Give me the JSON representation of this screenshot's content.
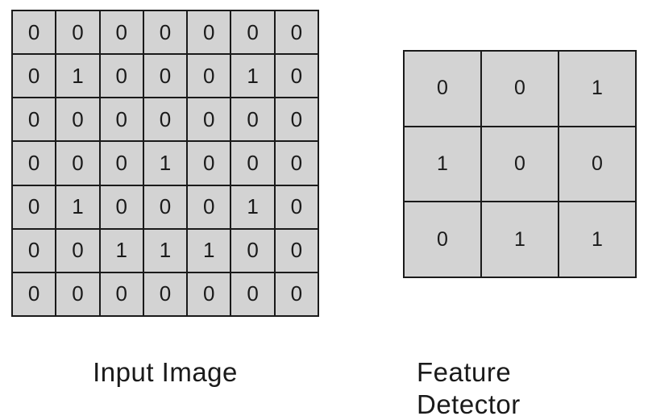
{
  "colors": {
    "background": "#ffffff",
    "cell_fill": "#d3d3d3",
    "grid_line": "#1a1a1a",
    "text": "#1a1a1a"
  },
  "input_image": {
    "label": "Input Image",
    "rows": [
      [
        0,
        0,
        0,
        0,
        0,
        0,
        0
      ],
      [
        0,
        1,
        0,
        0,
        0,
        1,
        0
      ],
      [
        0,
        0,
        0,
        0,
        0,
        0,
        0
      ],
      [
        0,
        0,
        0,
        1,
        0,
        0,
        0
      ],
      [
        0,
        1,
        0,
        0,
        0,
        1,
        0
      ],
      [
        0,
        0,
        1,
        1,
        1,
        0,
        0
      ],
      [
        0,
        0,
        0,
        0,
        0,
        0,
        0
      ]
    ]
  },
  "feature_detector": {
    "label": "Feature Detector",
    "rows": [
      [
        0,
        0,
        1
      ],
      [
        1,
        0,
        0
      ],
      [
        0,
        1,
        1
      ]
    ]
  }
}
